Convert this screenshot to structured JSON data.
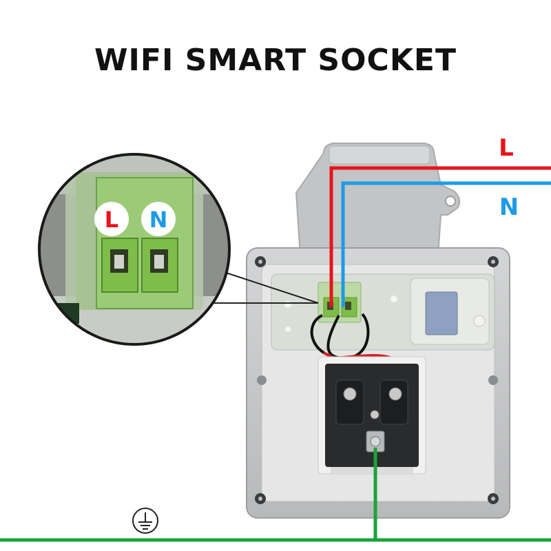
{
  "title": "WIFI SMART SOCKET",
  "wires": {
    "live": {
      "label": "L",
      "color": "#e8141c"
    },
    "neutral": {
      "label": "N",
      "color": "#1e9be6"
    },
    "earth": {
      "color": "#1aa33a"
    }
  },
  "terminal_labels": {
    "live": "L",
    "neutral": "N"
  },
  "icons": {
    "ground": "ground-symbol-icon"
  },
  "colors": {
    "housing": "#c9cacb",
    "housing_dark": "#9a9b9d",
    "terminal_block": "#7fbd4a",
    "socket_insert": "#2a2b2d"
  }
}
